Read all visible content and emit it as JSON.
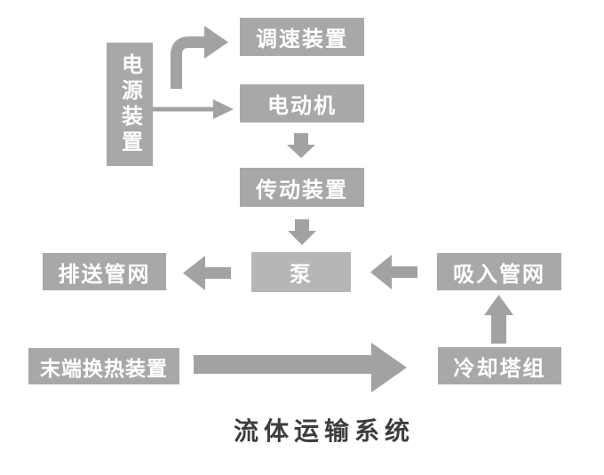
{
  "title": {
    "text": "流体运输系统"
  },
  "colors": {
    "background": "#ffffff",
    "box": "#a8a8a8",
    "pump_box": "#b6b6b6",
    "arrow": "#a2a2a2",
    "box_text": "#ffffff",
    "title_text": "#3d3d3d"
  },
  "nodes": {
    "power_supply": {
      "label": "电源装置"
    },
    "speed_control": {
      "label": "调速装置"
    },
    "motor": {
      "label": "电动机"
    },
    "transmission": {
      "label": "传动装置"
    },
    "pump": {
      "label": "泵"
    },
    "discharge_network": {
      "label": "排送管网"
    },
    "suction_network": {
      "label": "吸入管网"
    },
    "cooling_towers": {
      "label": "冷却塔组"
    },
    "terminal_heat_exchanger": {
      "label": "末端换热装置"
    }
  },
  "edges": [
    {
      "from": "电源装置",
      "to": "调速装置",
      "style": "rounded-elbow-arrow"
    },
    {
      "from": "电源装置",
      "to": "电动机",
      "style": "thin-line-arrow"
    },
    {
      "from": "电动机",
      "to": "传动装置",
      "style": "block-arrow-down"
    },
    {
      "from": "传动装置",
      "to": "泵",
      "style": "block-arrow-down"
    },
    {
      "from": "泵",
      "to": "排送管网",
      "style": "block-arrow-left"
    },
    {
      "from": "吸入管网",
      "to": "泵",
      "style": "block-arrow-left"
    },
    {
      "from": "冷却塔组",
      "to": "吸入管网",
      "style": "block-arrow-up"
    },
    {
      "from": "末端换热装置",
      "to": "冷却塔组",
      "style": "long-block-arrow-right"
    }
  ]
}
